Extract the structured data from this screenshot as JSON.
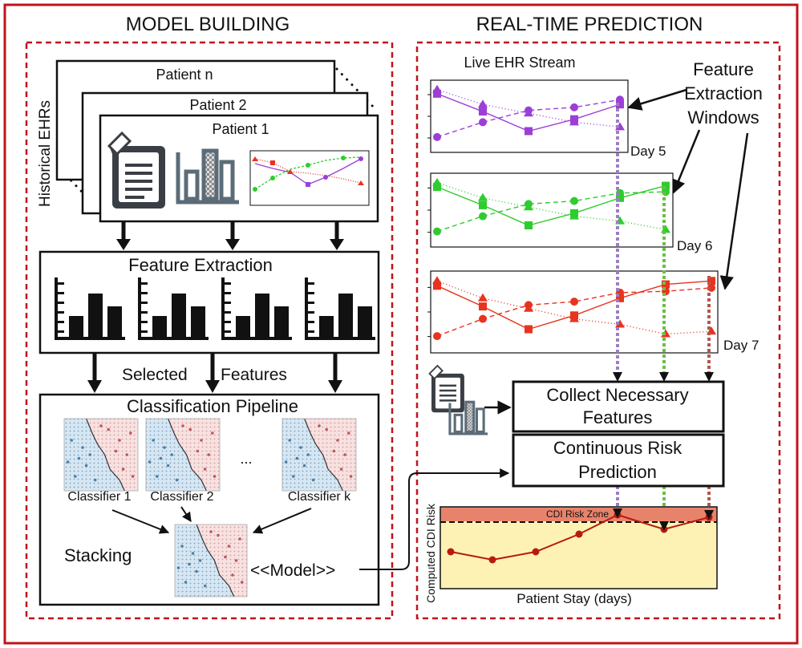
{
  "panels": {
    "left_title": "MODEL BUILDING",
    "right_title": "REAL-TIME PREDICTION"
  },
  "model_building": {
    "historical_label": "Historical EHRs",
    "patients": [
      "Patient n",
      "Patient 2",
      "Patient 1"
    ],
    "feature_extraction": "Feature Extraction",
    "selected": "Selected",
    "features": "Features",
    "pipeline": "Classification Pipeline",
    "classifiers": [
      "Classifier 1",
      "Classifier 2",
      "...",
      "Classifier k"
    ],
    "stacking": "Stacking",
    "model": "<<Model>>"
  },
  "real_time": {
    "live_stream": "Live EHR Stream",
    "windows_label": [
      "Feature",
      "Extraction",
      "Windows"
    ],
    "days": [
      "Day 5",
      "Day 6",
      "Day 7"
    ],
    "collect": [
      "Collect Necessary",
      "Features"
    ],
    "predict": [
      "Continuous Risk",
      "Prediction"
    ],
    "risk_zone": "CDI Risk Zone",
    "y_axis": "Computed CDI Risk",
    "x_axis": "Patient Stay (days)"
  },
  "colors": {
    "frame": "#c0141c",
    "day5": "#9b3fd6",
    "day6": "#2ecc2e",
    "day7": "#e8331e",
    "risk_zone": "#e8836b",
    "risk_bg": "#fdf2b3",
    "risk_line": "#b81a10",
    "blue_region": "#a9c6dd",
    "red_region": "#f0c9c9"
  }
}
